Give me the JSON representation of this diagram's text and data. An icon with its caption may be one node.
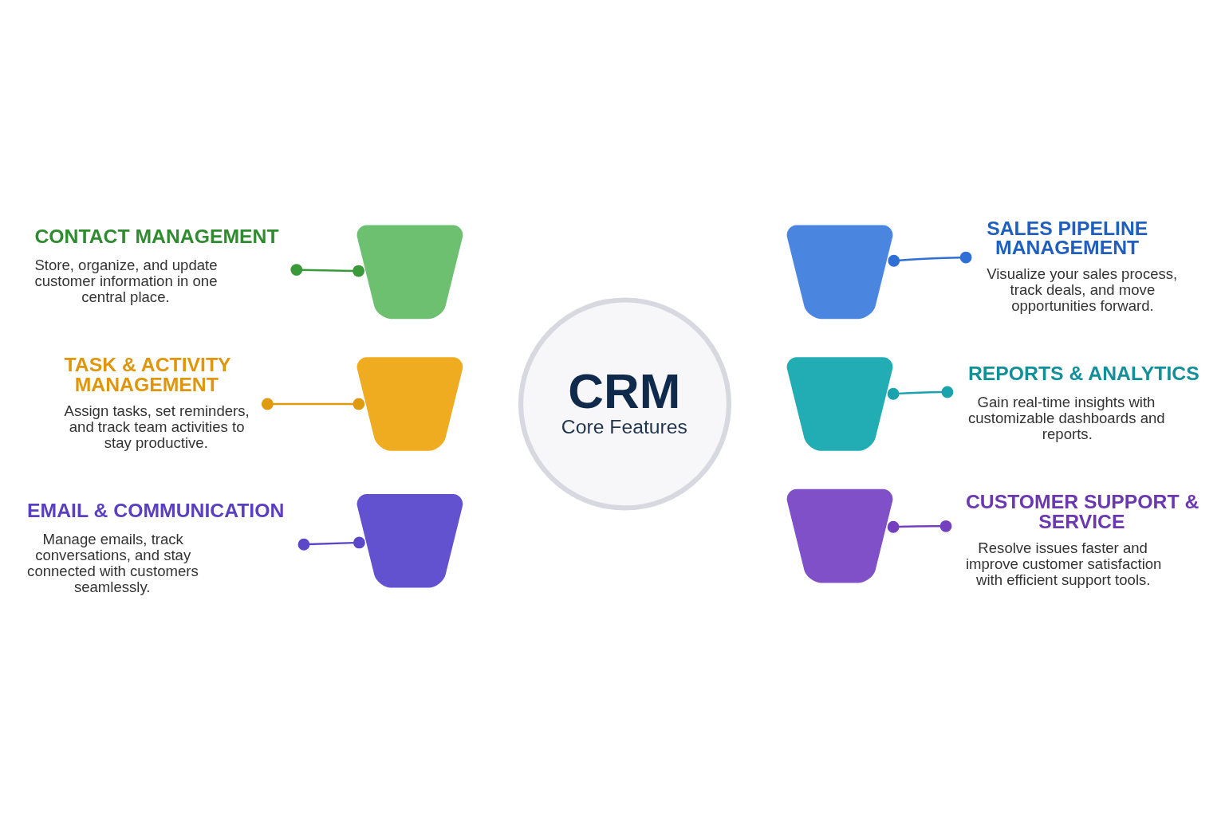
{
  "diagram": {
    "nodes": [
      {
        "text": [
          "CRM",
          "Core Features"
        ]
      },
      {
        "text": [],
        "shape": "wedge"
      },
      {
        "text": [],
        "shape": "wedge"
      },
      {
        "text": [],
        "shape": "wedge"
      },
      {
        "text": [],
        "shape": "wedge"
      },
      {
        "text": [],
        "shape": "wedge"
      },
      {
        "text": [],
        "shape": "wedge"
      },
      {
        "text": [
          "CONTACT MANAGEMENT",
          "Store, organize, and update customer information in one central place."
        ]
      },
      {
        "text": [
          "SALES PIPELINE MANAGEMENT",
          "Visualize your sales process, track deals, and move opportunities forward."
        ]
      },
      {
        "text": [
          "TASK & ACTIVITY MANAGEMENT",
          "Assign tasks, set reminders, and track team activities to stay productive."
        ]
      },
      {
        "text": [
          "REPORTS & ANALYTICS",
          "Gain real-time insights with customizable dashboards and reports."
        ]
      },
      {
        "text": [
          "EMAIL & COMMUNICATION",
          "Manage emails, track conversations, and stay connected with customers seamlessly."
        ]
      },
      {
        "text": [
          "CUSTOMER SUPPORT & SERVICE",
          "Resolve issues faster and improve customer satisfaction with efficient support tools."
        ]
      }
    ],
    "edges": [
      {
        "from": 7,
        "to": 1,
        "arrow": "other",
        "color": "#3a9a3a"
      },
      {
        "from": 8,
        "to": 2,
        "arrow": "other",
        "color": "#2f6fd6"
      },
      {
        "from": 9,
        "to": 3,
        "arrow": "other",
        "color": "#e09a10"
      },
      {
        "from": 10,
        "to": 4,
        "arrow": "other",
        "color": "#1aa3ad"
      },
      {
        "from": 11,
        "to": 5,
        "arrow": "other",
        "color": "#5a48c8"
      },
      {
        "from": 12,
        "to": 6,
        "arrow": "other",
        "color": "#7440c0"
      }
    ]
  }
}
